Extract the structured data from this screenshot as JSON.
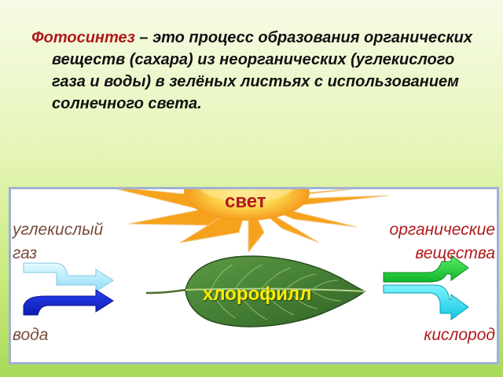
{
  "definition": {
    "term": "Фотосинтез",
    "rest": " – это процесс образования органических веществ (сахара)  из неорганических (углекислого газа и воды) в зелёных листьях с использованием солнечного света."
  },
  "diagram": {
    "light_label": "свет",
    "chlorophyll_label": "хлорофилл",
    "inputs": {
      "co2_line1": "углекислый",
      "co2_line2": "газ",
      "water": "вода"
    },
    "outputs": {
      "organic_line1": "органические",
      "organic_line2": "вещества",
      "oxygen": "кислород"
    },
    "icons": [
      "sun-icon",
      "leaf-icon",
      "arrow-icon"
    ],
    "colors": {
      "term": "#b0191c",
      "sun": "#f9a11b",
      "leaf": "#3e7a2f",
      "co2_arrow": "#aeeaff",
      "water_arrow": "#1428d8",
      "organic_arrow": "#22d63a",
      "oxygen_arrow": "#19d8ee"
    }
  }
}
